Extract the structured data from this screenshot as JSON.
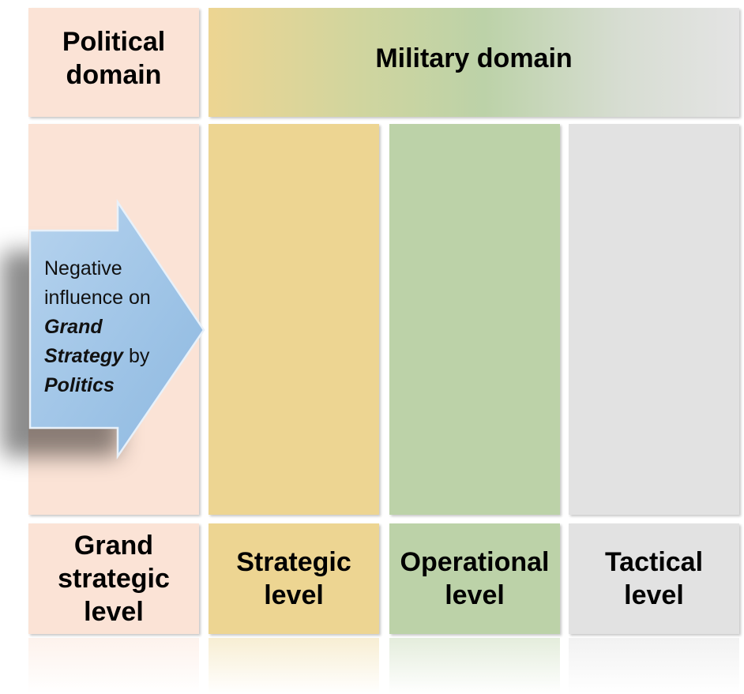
{
  "diagram": {
    "political_header": [
      "Political",
      "domain"
    ],
    "military_header": "Military domain",
    "levels": {
      "grand_strategic": [
        "Grand",
        "strategic",
        "level"
      ],
      "strategic": [
        "Strategic",
        "level"
      ],
      "operational": [
        "Operational",
        "level"
      ],
      "tactical": [
        "Tactical",
        "level"
      ]
    },
    "arrow": {
      "line1": "Negative",
      "line2": "influence on",
      "line3_bold_italic": "Grand",
      "line4_bold_italic": "Strategy",
      "line4_plain": " by",
      "line5_bold_italic": "Politics"
    },
    "colors": {
      "political": "#fbe3d6",
      "strategic": "#edd592",
      "operational": "#bcd2a8",
      "tactical": "#e2e2e2",
      "arrow": "#9dc3e6"
    }
  }
}
